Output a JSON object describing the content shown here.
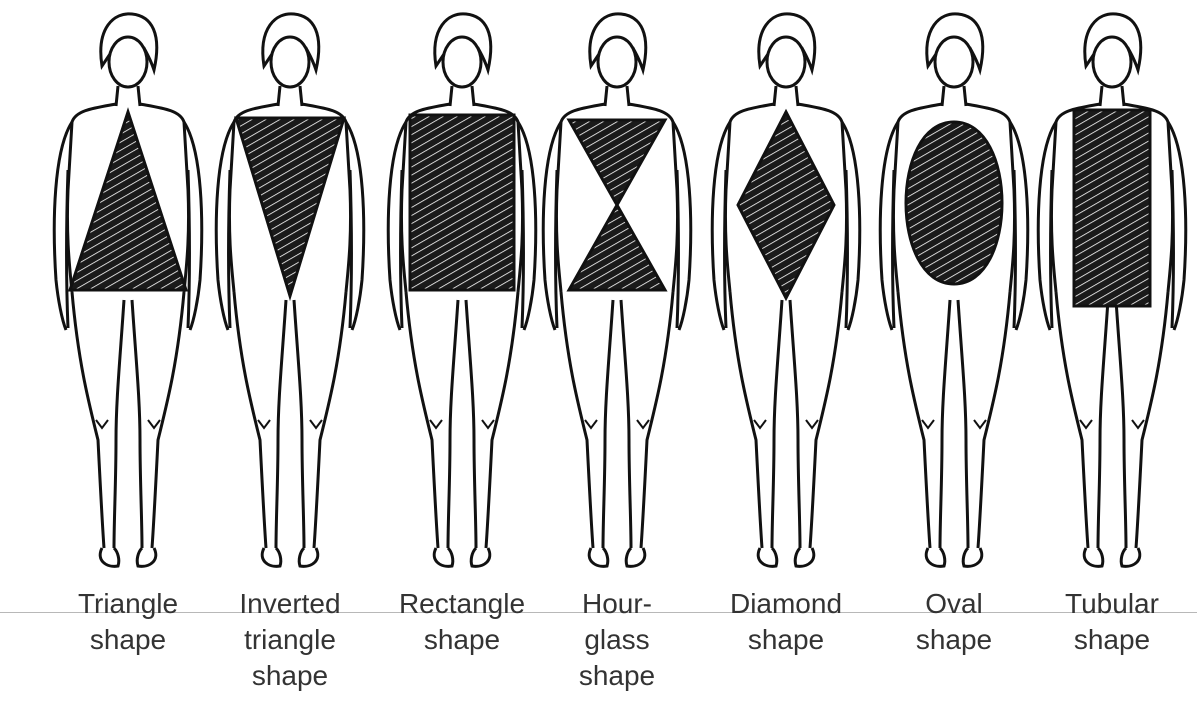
{
  "figures": [
    {
      "id": "triangle",
      "shape": "triangle",
      "label": [
        "Triangle",
        "shape"
      ]
    },
    {
      "id": "inverted-triangle",
      "shape": "inverted-triangle",
      "label": [
        "Inverted",
        "triangle",
        "shape"
      ]
    },
    {
      "id": "rectangle",
      "shape": "rectangle",
      "label": [
        "Rectangle",
        "shape"
      ]
    },
    {
      "id": "hourglass",
      "shape": "hourglass",
      "label": [
        "Hour-",
        "glass",
        "shape"
      ]
    },
    {
      "id": "diamond",
      "shape": "diamond",
      "label": [
        "Diamond",
        "shape"
      ]
    },
    {
      "id": "oval",
      "shape": "oval",
      "label": [
        "Oval",
        "shape"
      ]
    },
    {
      "id": "tubular",
      "shape": "tubular",
      "label": [
        "Tubular",
        "shape"
      ]
    }
  ],
  "colors": {
    "ink": "#111111",
    "label": "#333333",
    "paper": "#ffffff"
  }
}
